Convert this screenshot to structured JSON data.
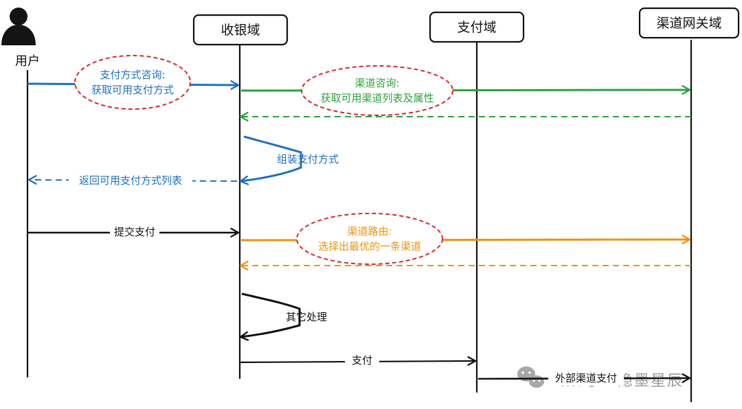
{
  "colors": {
    "ink": "#111111",
    "blue": "#1f6fc0",
    "green": "#2ea043",
    "orange": "#f0920c",
    "red_dashed": "#d9262c",
    "watermark": "#9a9a9a"
  },
  "actors": [
    {
      "id": "user",
      "label": "用户",
      "kind": "person-icon"
    },
    {
      "id": "cashier",
      "label": "收银域",
      "kind": "box"
    },
    {
      "id": "payment",
      "label": "支付域",
      "kind": "box"
    },
    {
      "id": "gateway",
      "label": "渠道网关域",
      "kind": "box"
    }
  ],
  "messages": [
    {
      "id": "m1",
      "from": "user",
      "to": "cashier",
      "color": "blue",
      "style": "solid",
      "lines": [
        "支付方式咨询:",
        "获取可用支付方式"
      ],
      "highlight": true
    },
    {
      "id": "m2",
      "from": "cashier",
      "to": "gateway",
      "color": "green",
      "style": "solid",
      "lines": [
        "渠道咨询:",
        "获取可用渠道列表及属性"
      ],
      "highlight": true
    },
    {
      "id": "m3",
      "from": "gateway",
      "to": "cashier",
      "color": "green",
      "style": "dashed",
      "lines": []
    },
    {
      "id": "m4",
      "from": "cashier",
      "to": "cashier",
      "color": "blue",
      "style": "self",
      "lines": [
        "组装支付方式"
      ]
    },
    {
      "id": "m5",
      "from": "cashier",
      "to": "user",
      "color": "blue",
      "style": "dashed",
      "lines": [
        "返回可用支付方式列表"
      ]
    },
    {
      "id": "m6",
      "from": "user",
      "to": "cashier",
      "color": "ink",
      "style": "solid",
      "lines": [
        "提交支付"
      ]
    },
    {
      "id": "m7",
      "from": "cashier",
      "to": "gateway",
      "color": "orange",
      "style": "solid",
      "lines": [
        "渠道路由:",
        "选择出最优的一条渠道"
      ],
      "highlight": true
    },
    {
      "id": "m8",
      "from": "gateway",
      "to": "cashier",
      "color": "orange",
      "style": "dashed",
      "lines": []
    },
    {
      "id": "m9",
      "from": "cashier",
      "to": "cashier",
      "color": "ink",
      "style": "self",
      "lines": [
        "其它处理"
      ]
    },
    {
      "id": "m10",
      "from": "cashier",
      "to": "payment",
      "color": "ink",
      "style": "solid",
      "lines": [
        "支付"
      ]
    },
    {
      "id": "m11",
      "from": "payment",
      "to": "gateway",
      "color": "ink",
      "style": "solid",
      "lines": [
        "外部渠道支付"
      ]
    }
  ],
  "watermark": {
    "icon": "wechat-icon",
    "text": "公众号 · 隐墨星辰"
  }
}
